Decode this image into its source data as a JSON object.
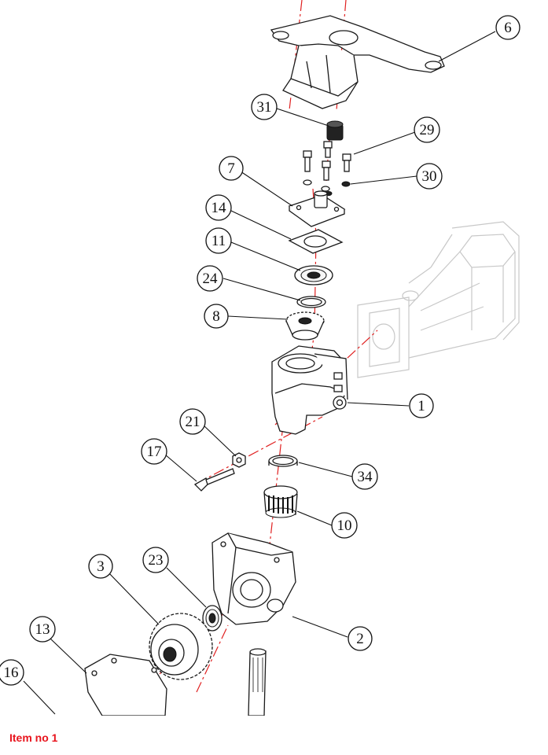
{
  "caption": "Item no 1",
  "colors": {
    "axis": "#e02020",
    "caption": "#e8141d",
    "line": "#1a1a1a",
    "ghost": "#c8c8c8"
  },
  "callouts": [
    "6",
    "31",
    "29",
    "30",
    "7",
    "14",
    "11",
    "24",
    "8",
    "1",
    "21",
    "17",
    "34",
    "10",
    "23",
    "3",
    "2",
    "13",
    "16"
  ]
}
